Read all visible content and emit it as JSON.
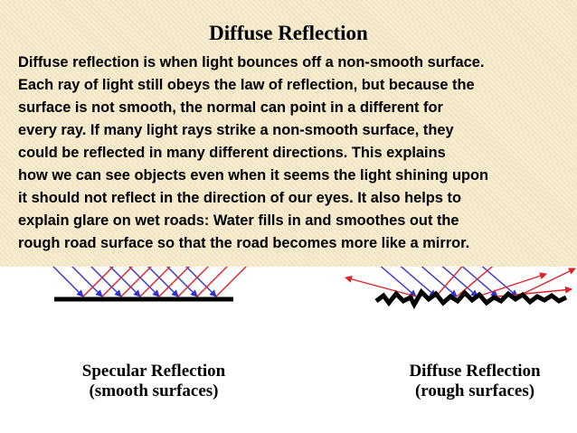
{
  "title": "Diffuse Reflection",
  "paragraph_lines": [
    "Diffuse reflection is when light bounces off a  non-smooth surface.",
    " Each ray of light still obeys the law of reflection, but because the",
    "surface is not smooth, the normal can point in a different for",
    "every ray.  If many light rays strike a non-smooth surface, they",
    "could be reflected in many different directions.  This explains",
    "how we can see objects even when it seems the light shining upon",
    "it should not reflect in the direction of our eyes.  It also helps to",
    "explain glare on wet roads: Water fills in and smoothes out the",
    "rough road surface so that the road becomes more like a mirror."
  ],
  "specular": {
    "caption_line1": "Specular Reflection",
    "caption_line2": "(smooth surfaces)"
  },
  "diffuse": {
    "caption_line1": "Diffuse Reflection",
    "caption_line2": "(rough surfaces)"
  },
  "colors": {
    "incident_ray": "#3333cc",
    "reflected_ray": "#e0202a",
    "surface": "#000000"
  }
}
